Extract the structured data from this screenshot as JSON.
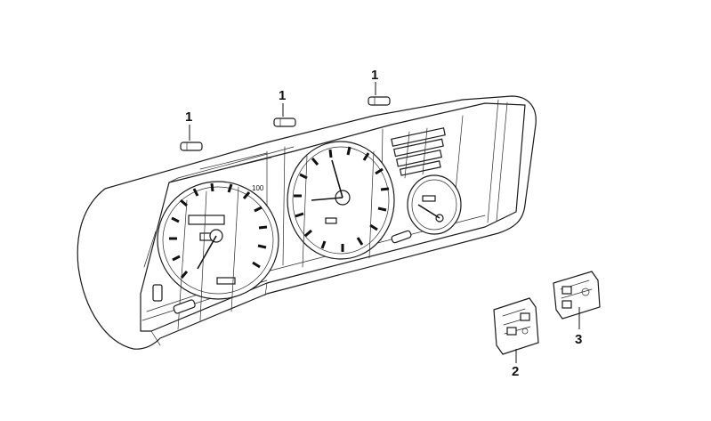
{
  "callouts": {
    "bulb_a": "1",
    "bulb_b": "1",
    "bulb_c": "1",
    "circuit_board_left": "2",
    "circuit_board_right": "3"
  },
  "gauge_labels": {
    "speed_100": "100"
  },
  "colors": {
    "line": "#1a1a1a",
    "background": "#ffffff"
  }
}
